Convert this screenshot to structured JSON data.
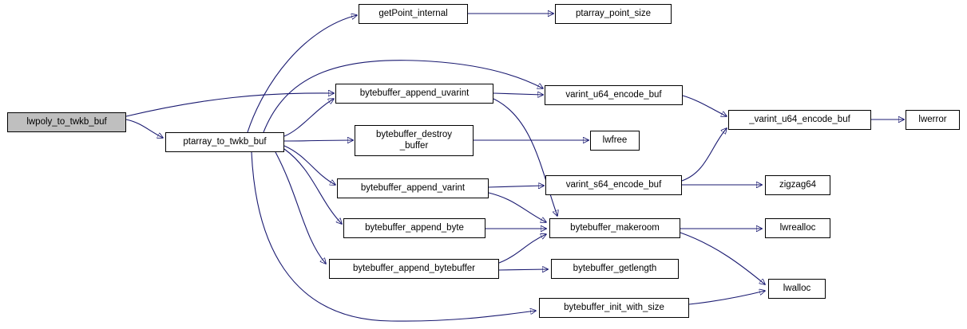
{
  "diagram": {
    "type": "call-graph",
    "colors": {
      "background": "#ffffff",
      "edge": "#191970",
      "node_border": "#000000",
      "node_fill": "#ffffff",
      "highlight_fill": "#bfbfbf"
    },
    "nodes": {
      "lwpoly_to_twkb_buf": {
        "label": "lwpoly_to_twkb_buf",
        "highlighted": true
      },
      "ptarray_to_twkb_buf": {
        "label": "ptarray_to_twkb_buf"
      },
      "getPoint_internal": {
        "label": "getPoint_internal"
      },
      "ptarray_point_size": {
        "label": "ptarray_point_size"
      },
      "bytebuffer_append_uvarint": {
        "label": "bytebuffer_append_uvarint"
      },
      "varint_u64_encode_buf": {
        "label": "varint_u64_encode_buf"
      },
      "bytebuffer_destroy_buffer": {
        "line1": "bytebuffer_destroy",
        "line2": "_buffer"
      },
      "lwfree": {
        "label": "lwfree"
      },
      "_varint_u64_encode_buf": {
        "label": "_varint_u64_encode_buf"
      },
      "lwerror": {
        "label": "lwerror"
      },
      "bytebuffer_append_varint": {
        "label": "bytebuffer_append_varint"
      },
      "varint_s64_encode_buf": {
        "label": "varint_s64_encode_buf"
      },
      "zigzag64": {
        "label": "zigzag64"
      },
      "bytebuffer_append_byte": {
        "label": "bytebuffer_append_byte"
      },
      "bytebuffer_makeroom": {
        "label": "bytebuffer_makeroom"
      },
      "lwrealloc": {
        "label": "lwrealloc"
      },
      "bytebuffer_append_bytebuffer": {
        "label": "bytebuffer_append_bytebuffer"
      },
      "bytebuffer_getlength": {
        "label": "bytebuffer_getlength"
      },
      "lwalloc": {
        "label": "lwalloc"
      },
      "bytebuffer_init_with_size": {
        "label": "bytebuffer_init_with_size"
      }
    },
    "edges": [
      {
        "from": "lwpoly_to_twkb_buf",
        "to": "ptarray_to_twkb_buf"
      },
      {
        "from": "lwpoly_to_twkb_buf",
        "to": "bytebuffer_append_uvarint"
      },
      {
        "from": "ptarray_to_twkb_buf",
        "to": "getPoint_internal"
      },
      {
        "from": "getPoint_internal",
        "to": "ptarray_point_size"
      },
      {
        "from": "ptarray_to_twkb_buf",
        "to": "bytebuffer_append_uvarint"
      },
      {
        "from": "ptarray_to_twkb_buf",
        "to": "varint_u64_encode_buf"
      },
      {
        "from": "bytebuffer_append_uvarint",
        "to": "varint_u64_encode_buf"
      },
      {
        "from": "varint_u64_encode_buf",
        "to": "_varint_u64_encode_buf"
      },
      {
        "from": "_varint_u64_encode_buf",
        "to": "lwerror"
      },
      {
        "from": "ptarray_to_twkb_buf",
        "to": "bytebuffer_destroy_buffer"
      },
      {
        "from": "bytebuffer_destroy_buffer",
        "to": "lwfree"
      },
      {
        "from": "ptarray_to_twkb_buf",
        "to": "bytebuffer_append_varint"
      },
      {
        "from": "bytebuffer_append_varint",
        "to": "varint_s64_encode_buf"
      },
      {
        "from": "varint_s64_encode_buf",
        "to": "_varint_u64_encode_buf"
      },
      {
        "from": "varint_s64_encode_buf",
        "to": "zigzag64"
      },
      {
        "from": "ptarray_to_twkb_buf",
        "to": "bytebuffer_append_byte"
      },
      {
        "from": "bytebuffer_append_byte",
        "to": "bytebuffer_makeroom"
      },
      {
        "from": "bytebuffer_append_uvarint",
        "to": "bytebuffer_makeroom"
      },
      {
        "from": "bytebuffer_append_varint",
        "to": "bytebuffer_makeroom"
      },
      {
        "from": "bytebuffer_makeroom",
        "to": "lwrealloc"
      },
      {
        "from": "bytebuffer_makeroom",
        "to": "lwalloc"
      },
      {
        "from": "ptarray_to_twkb_buf",
        "to": "bytebuffer_append_bytebuffer"
      },
      {
        "from": "bytebuffer_append_bytebuffer",
        "to": "bytebuffer_makeroom"
      },
      {
        "from": "bytebuffer_append_bytebuffer",
        "to": "bytebuffer_getlength"
      },
      {
        "from": "ptarray_to_twkb_buf",
        "to": "bytebuffer_init_with_size"
      },
      {
        "from": "bytebuffer_init_with_size",
        "to": "lwalloc"
      }
    ]
  }
}
